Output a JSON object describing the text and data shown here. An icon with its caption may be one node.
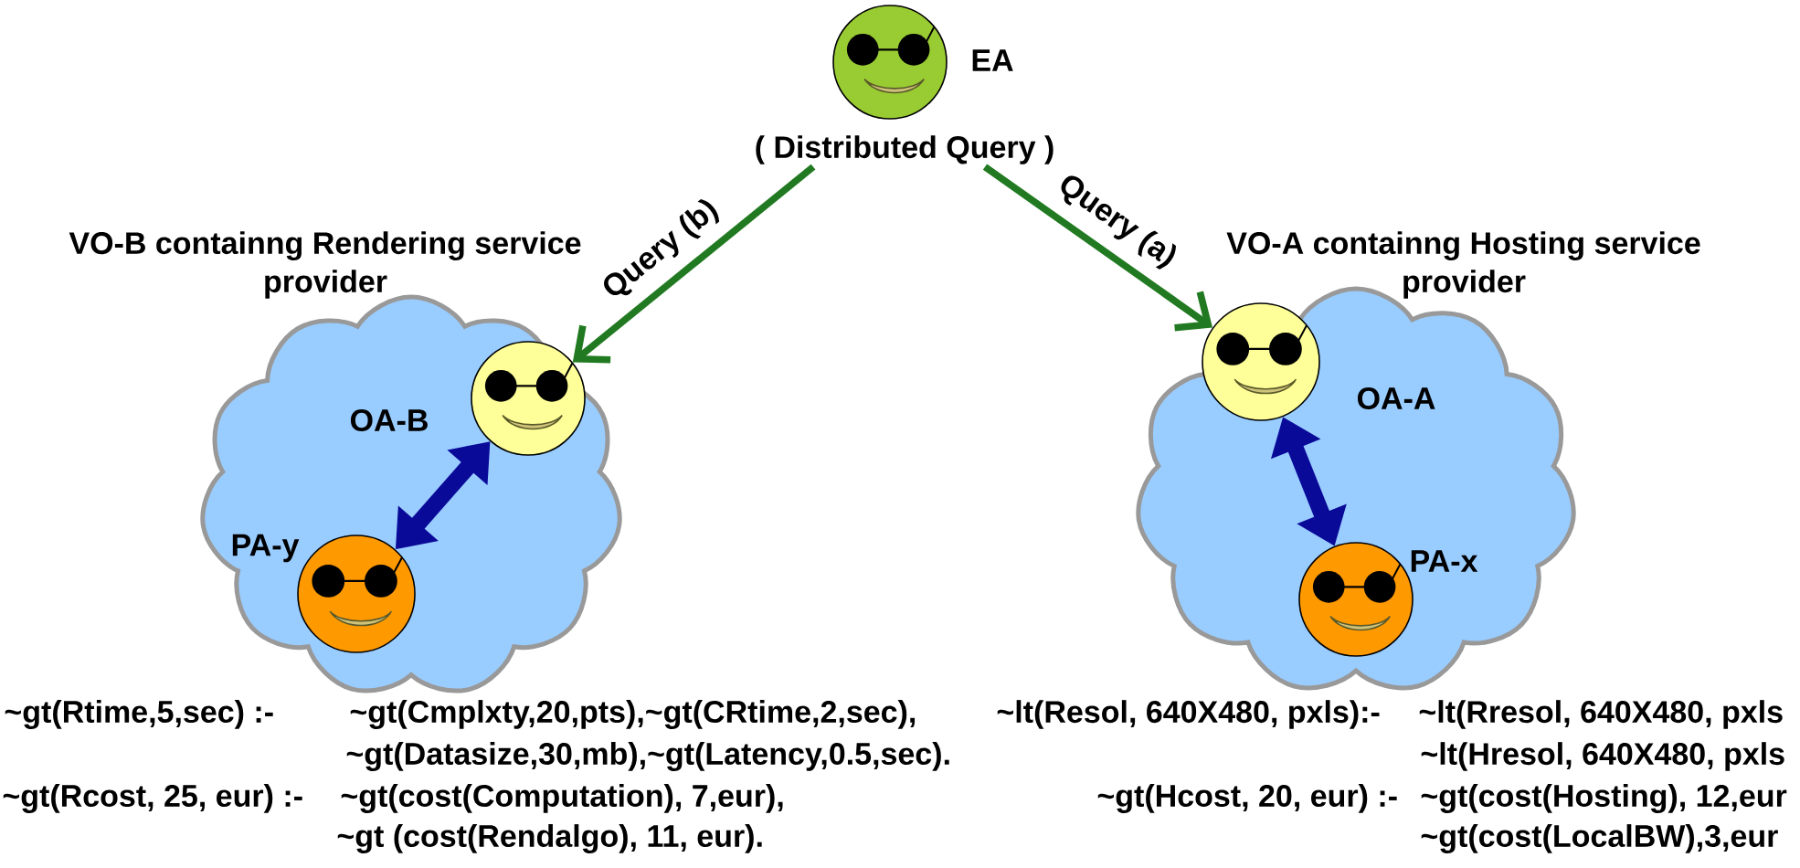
{
  "diagram": {
    "nodes": [
      {
        "text": [
          "EA"
        ],
        "beside": [
          "( Distributed Query )"
        ]
      },
      {
        "text": [
          "VO-B containng Rendering service provider"
        ]
      },
      {
        "text": [
          "OA-B"
        ],
        "in": 1
      },
      {
        "text": [
          "PA-y"
        ],
        "in": 1
      },
      {
        "text": [
          "VO-A containng Hosting service provider"
        ]
      },
      {
        "text": [
          "OA-A"
        ],
        "in": 4
      },
      {
        "text": [
          "PA-x"
        ],
        "in": 4
      }
    ],
    "edges": [
      {
        "from": 0,
        "to": 2,
        "arrow": "to",
        "label": "Query (b)",
        "color": "#217a21"
      },
      {
        "from": 0,
        "to": 5,
        "arrow": "to",
        "label": "Query (a)",
        "color": "#217a21"
      },
      {
        "from": 2,
        "to": 3,
        "arrow": "both",
        "style": "thick",
        "color": "#0a0a99"
      },
      {
        "from": 5,
        "to": 6,
        "arrow": "both",
        "style": "thick",
        "color": "#0a0a99"
      }
    ],
    "labels": [
      "~gt(Rtime,5,sec) :-",
      "~gt(Cmplxty,20,pts),~gt(CRtime,2,sec),",
      "~gt(Datasize,30,mb),~gt(Latency,0.5,sec).",
      "~gt(Rcost, 25, eur) :-",
      "~gt(cost(Computation), 7,eur),",
      "~gt (cost(Rendalgo), 11, eur).",
      "~lt(Resol, 640X480, pxls):-",
      "~lt(Rresol, 640X480, pxls",
      "~lt(Hresol, 640X480, pxls",
      "~gt(Hcost, 20, eur) :-",
      "~gt(cost(Hosting), 12,eur",
      "~gt(cost(LocalBW),3,eur"
    ]
  }
}
